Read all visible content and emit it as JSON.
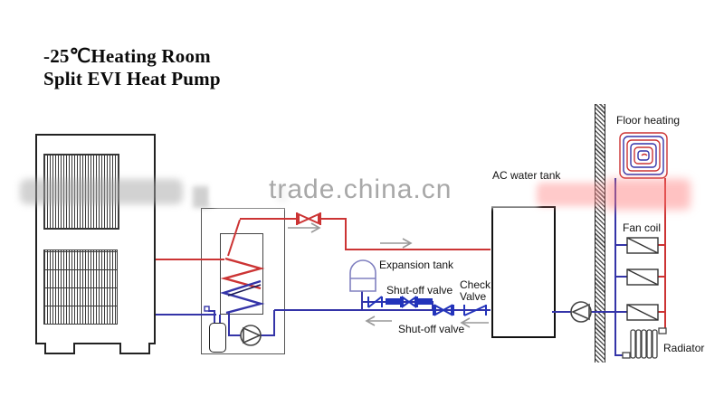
{
  "title": {
    "line1": "-25℃Heating Room",
    "line2": "Split EVI Heat Pump"
  },
  "watermark": {
    "text": "trade.china.cn"
  },
  "labels": {
    "ac_water_tank": "AC water tank",
    "expansion_tank": "Expansion tank",
    "shut_off_valve_upper": "Shut-off valve",
    "check_valve_line1": "Check",
    "check_valve_line2": "Valve",
    "shut_off_valve_lower": "Shut-off valve",
    "floor_heating": "Floor heating",
    "fan_coil": "Fan coil",
    "radiator": "Radiator"
  },
  "colors": {
    "hot_pipe": "#cc3434",
    "cold_pipe": "#3434a8",
    "valve_blue": "#2233bb",
    "arrow_gray": "#999999",
    "watermark_gray": "#a8a8a8",
    "watermark_pink": "#ffb0b0"
  }
}
